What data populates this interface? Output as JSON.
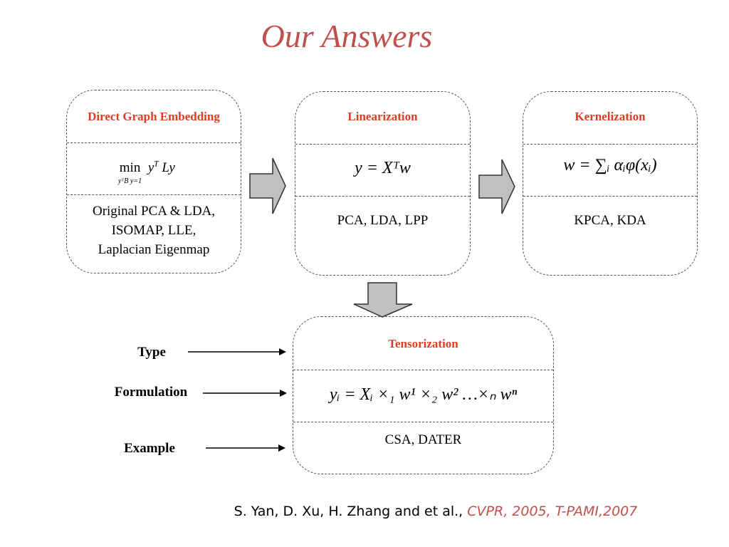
{
  "slide": {
    "title": "Our Answers",
    "citation_authors": "S. Yan, D. Xu, H. Zhang and et al., ",
    "citation_venue": "CVPR, 2005, T-PAMI,2007"
  },
  "boxes": {
    "direct": {
      "heading": "Direct Graph Embedding",
      "formula_op": "min",
      "formula_constraint": "yᵀB y=1",
      "formula_expr": "y",
      "formula_sup": "T",
      "formula_tail": "Ly",
      "example_line1": "Original PCA & LDA,",
      "example_line2": "ISOMAP, LLE,",
      "example_line3": "Laplacian Eigenmap"
    },
    "linearization": {
      "heading": "Linearization",
      "formula": "y = Xᵀw",
      "example": "PCA, LDA, LPP"
    },
    "kernelization": {
      "heading": "Kernelization",
      "formula": "w = ∑ᵢ αᵢφ(xᵢ)",
      "example": "KPCA, KDA"
    },
    "tensorization": {
      "heading": "Tensorization",
      "formula": "yᵢ = Xᵢ ×₁ w¹ ×₂ w² …×ₙ wⁿ",
      "example": "CSA, DATER"
    }
  },
  "side_labels": {
    "type": "Type",
    "formulation": "Formulation",
    "example": "Example"
  },
  "colors": {
    "title": "#c0504d",
    "heading": "#e03c1f",
    "arrow_fill": "#c0c0c0"
  }
}
